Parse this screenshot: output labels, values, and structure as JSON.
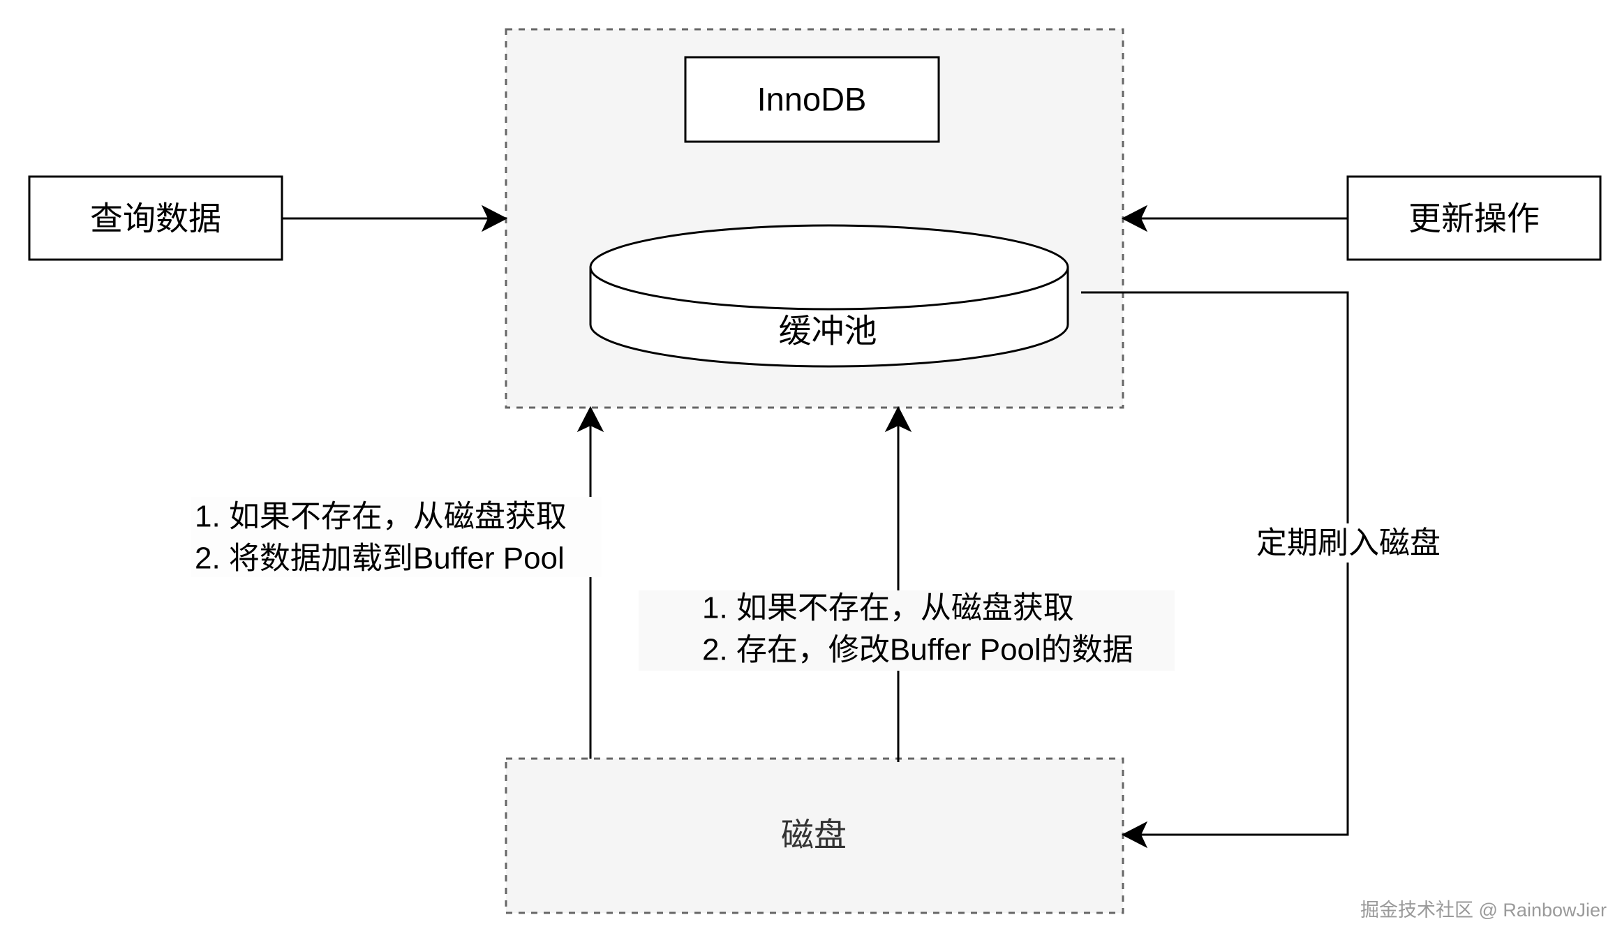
{
  "diagram": {
    "nodes": {
      "innodb": "InnoDB",
      "query_data": "查询数据",
      "update_operation": "更新操作",
      "buffer_pool": "缓冲池",
      "disk": "磁盘"
    },
    "edges": {
      "disk_to_innodb_load": [
        "1. 如果不存在，从磁盘获取",
        "2. 将数据加载到Buffer Pool"
      ],
      "disk_to_innodb_update": [
        "1. 如果不存在，从磁盘获取",
        "2. 存在，修改Buffer Pool的数据"
      ],
      "buffer_pool_to_disk": "定期刷入磁盘"
    }
  },
  "watermark": "掘金技术社区 @ RainbowJier",
  "colors": {
    "container_fill": "#f5f5f5",
    "container_stroke": "#666666",
    "node_stroke": "#000000",
    "text": "#000000",
    "watermark": "#9a9a9a"
  }
}
